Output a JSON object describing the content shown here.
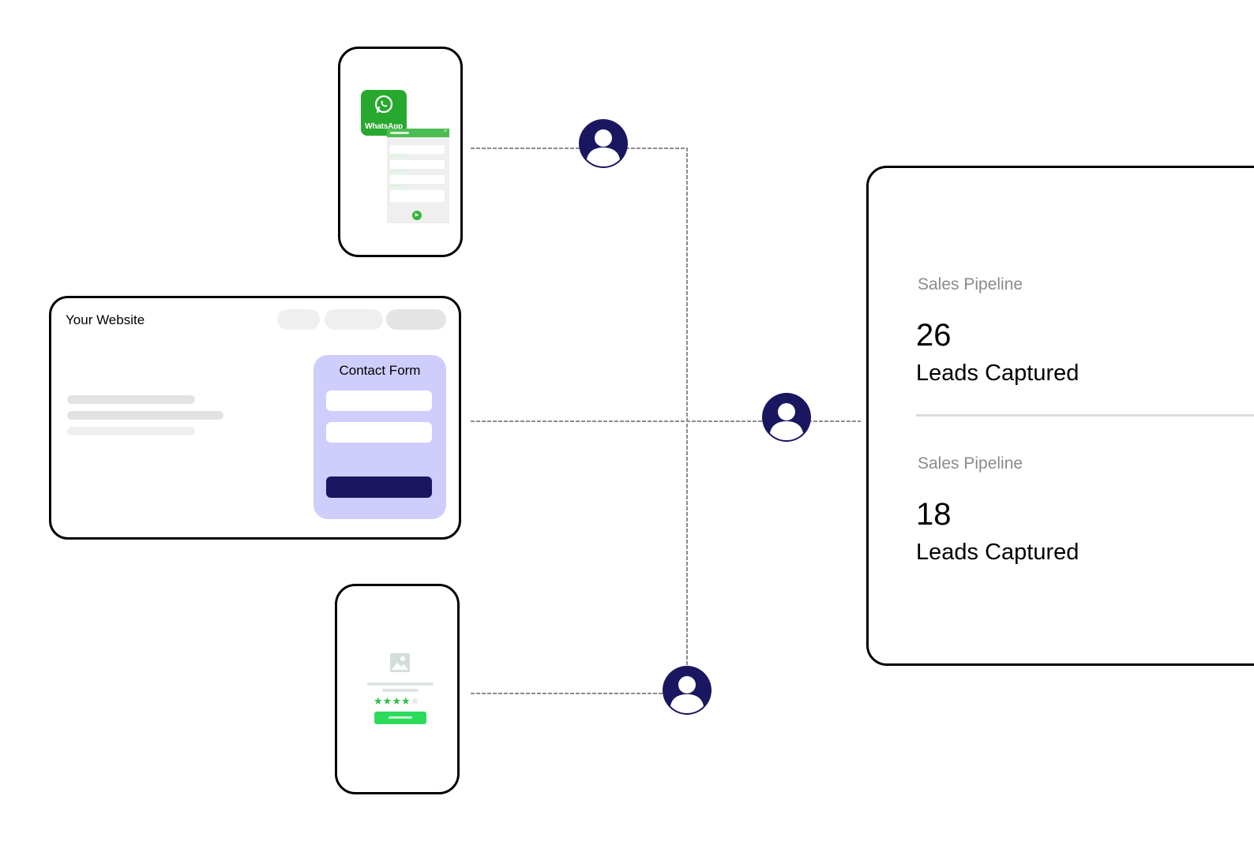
{
  "whatsapp": {
    "icon_label": "WhatsApp",
    "icon": "whatsapp-icon",
    "brand_color": "#27a82f"
  },
  "website": {
    "title": "Your Website",
    "contact_form_title": "Contact Form",
    "form_color": "#cfcdfc",
    "submit_color": "#1a1660"
  },
  "review": {
    "rating": 4,
    "max_rating": 5,
    "icon": "image-placeholder-icon"
  },
  "avatars": {
    "icon": "user-icon",
    "color": "#1a1660"
  },
  "pipeline": [
    {
      "label": "Sales Pipeline",
      "value": "26",
      "caption": "Leads Captured"
    },
    {
      "label": "Sales Pipeline",
      "value": "18",
      "caption": "Leads Captured"
    }
  ]
}
